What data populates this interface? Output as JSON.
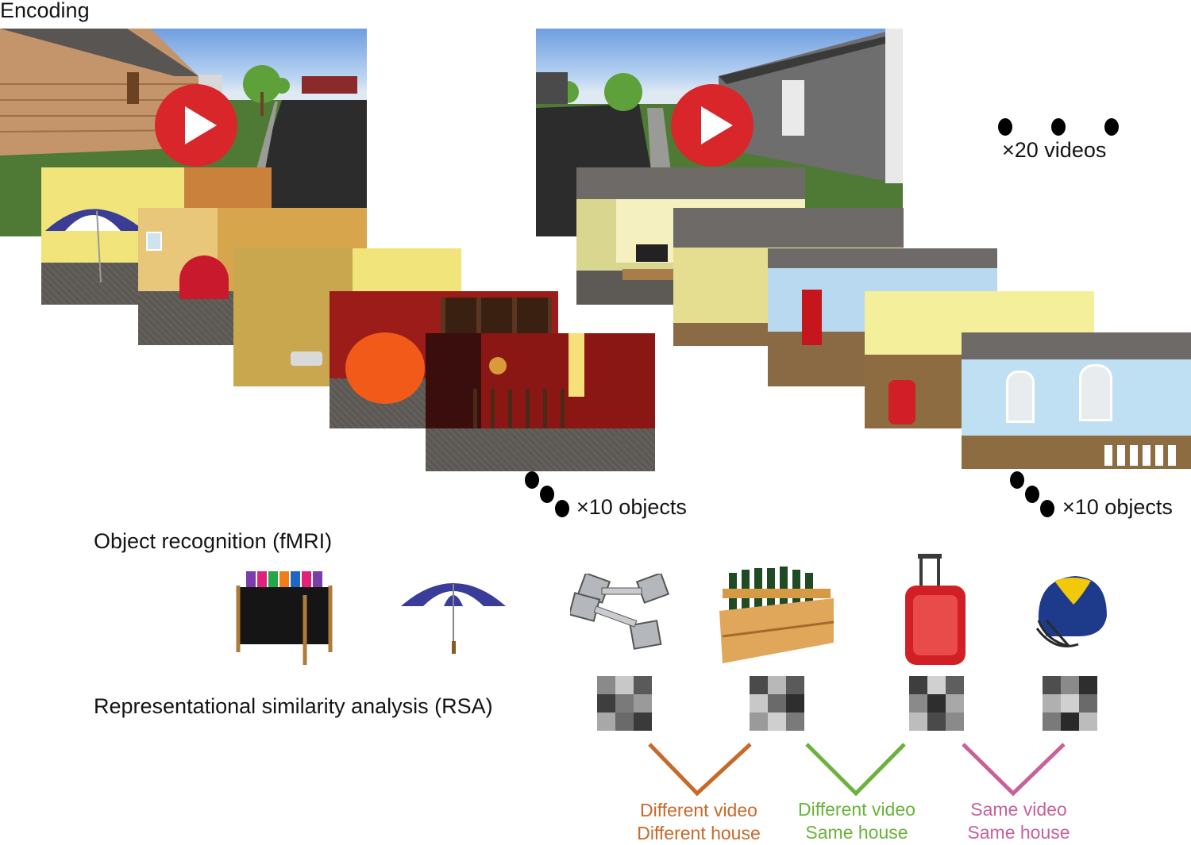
{
  "title": "Encoding",
  "videos_label": "×20 videos",
  "objects_label_left": "×10 objects",
  "objects_label_right": "×10 objects",
  "recognition_label": "Object recognition (fMRI)",
  "rsa_label": "Representational similarity analysis (RSA)",
  "conditions": [
    {
      "line1": "Different video",
      "line2": "Different house",
      "color": "#c8692b"
    },
    {
      "line1": "Different video",
      "line2": "Same house",
      "color": "#6ab33b"
    },
    {
      "line1": "Same video",
      "line2": "Same house",
      "color": "#c8619b"
    }
  ],
  "objects": [
    "marker-bin",
    "umbrella",
    "dumbbells",
    "wine-crate",
    "suitcase",
    "football-helmet"
  ],
  "rsa_matrices": [
    [
      "#8a8a8a",
      "#c8c8c8",
      "#5a5a5a",
      "#3e3e3e",
      "#7a7a7a",
      "#9a9a9a",
      "#a8a8a8",
      "#6a6a6a",
      "#3a3a3a"
    ],
    [
      "#4a4a4a",
      "#b8b8b8",
      "#5a5a5a",
      "#c8c8c8",
      "#6a6a6a",
      "#2e2e2e",
      "#9a9a9a",
      "#cfcfcf",
      "#7a7a7a"
    ],
    [
      "#3e3e3e",
      "#d0d0d0",
      "#5e5e5e",
      "#8a8a8a",
      "#2e2e2e",
      "#a8a8a8",
      "#bdbdbd",
      "#4a4a4a",
      "#8a8a8a"
    ],
    [
      "#4e4e4e",
      "#8a8a8a",
      "#2e2e2e",
      "#b0b0b0",
      "#d0d0d0",
      "#6a6a6a",
      "#7a7a7a",
      "#2a2a2a",
      "#bcbcbc"
    ]
  ]
}
